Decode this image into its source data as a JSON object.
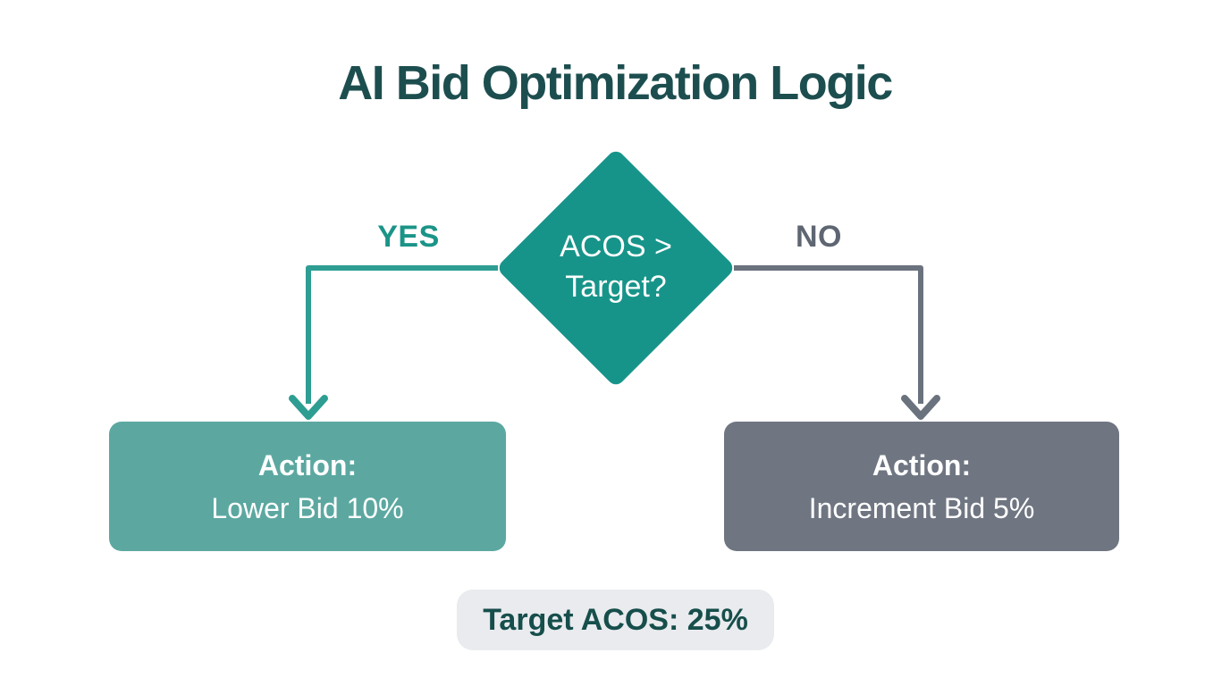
{
  "title": "AI Bid Optimization Logic",
  "decision_node": {
    "question_line1": "ACOS >",
    "question_line2": "Target?"
  },
  "branch_yes": {
    "label": "YES",
    "action_label": "Action:",
    "action_text": "Lower Bid 10%"
  },
  "branch_no": {
    "label": "NO",
    "action_label": "Action:",
    "action_text": "Increment Bid 5%"
  },
  "footer": {
    "label": "Target ACOS: 25%"
  },
  "colors": {
    "background": "#FFFFFF",
    "title_text": "#1D4E4F",
    "diamond_fill": "#17948A",
    "diamond_text": "#FFFFFF",
    "yes_label": "#1B9488",
    "no_label": "#5E6672",
    "yes_connector": "#2E9D92",
    "no_connector": "#6A727E",
    "yes_box_fill": "#5CA8A1",
    "no_box_fill": "#6F7682",
    "box_text": "#FFFFFF",
    "footer_bg": "#E9EBEE",
    "footer_text": "#164E4B"
  }
}
